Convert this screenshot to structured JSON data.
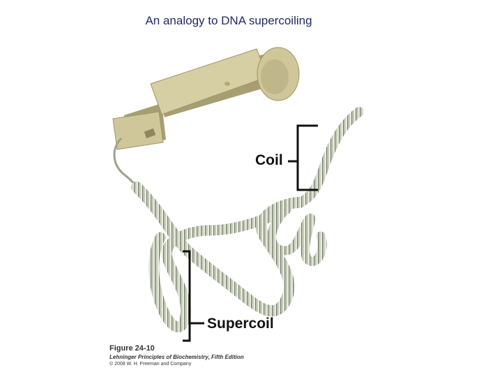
{
  "slide": {
    "title": "An analogy to DNA supercoiling"
  },
  "figure": {
    "labels": {
      "coil": "Coil",
      "supercoil": "Supercoil"
    },
    "caption": {
      "figure_number": "Figure 24-10",
      "book": "Lehninger Principles of Biochemistry, Fifth Edition",
      "copyright": "© 2008 W. H. Freeman and Company"
    },
    "colors": {
      "handset": "#cfc79a",
      "handset_shadow": "#a79f72",
      "cord_ring": "#bfc5b4",
      "cord_edge": "#6f7a6a",
      "bracket": "#111111"
    },
    "icons": [
      "telephone-handset-icon"
    ]
  }
}
